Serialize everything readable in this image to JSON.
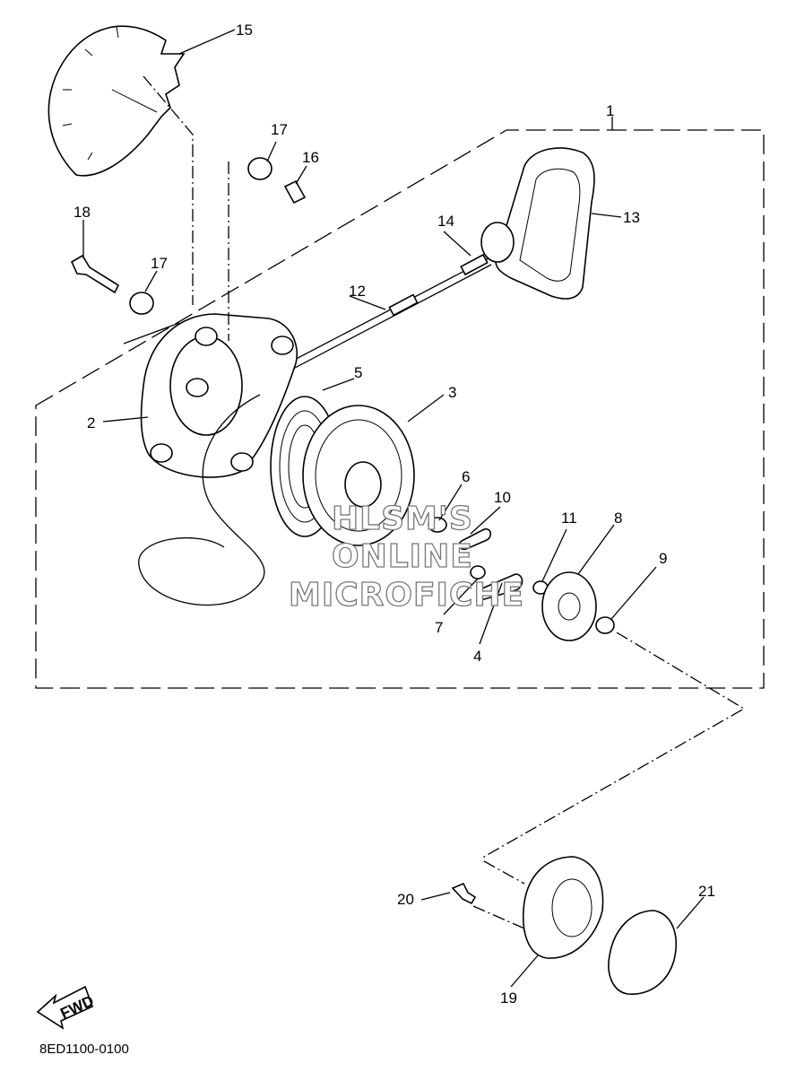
{
  "diagram": {
    "callouts": [
      "1",
      "2",
      "3",
      "4",
      "5",
      "6",
      "7",
      "8",
      "9",
      "10",
      "11",
      "12",
      "13",
      "14",
      "15",
      "16",
      "17",
      "17",
      "18",
      "19",
      "20",
      "21"
    ],
    "direction_label": "FWD",
    "drawing_code": "8ED1100-0100",
    "watermark": [
      "HLSM'S",
      "ONLINE",
      "MICROFICHE"
    ]
  }
}
